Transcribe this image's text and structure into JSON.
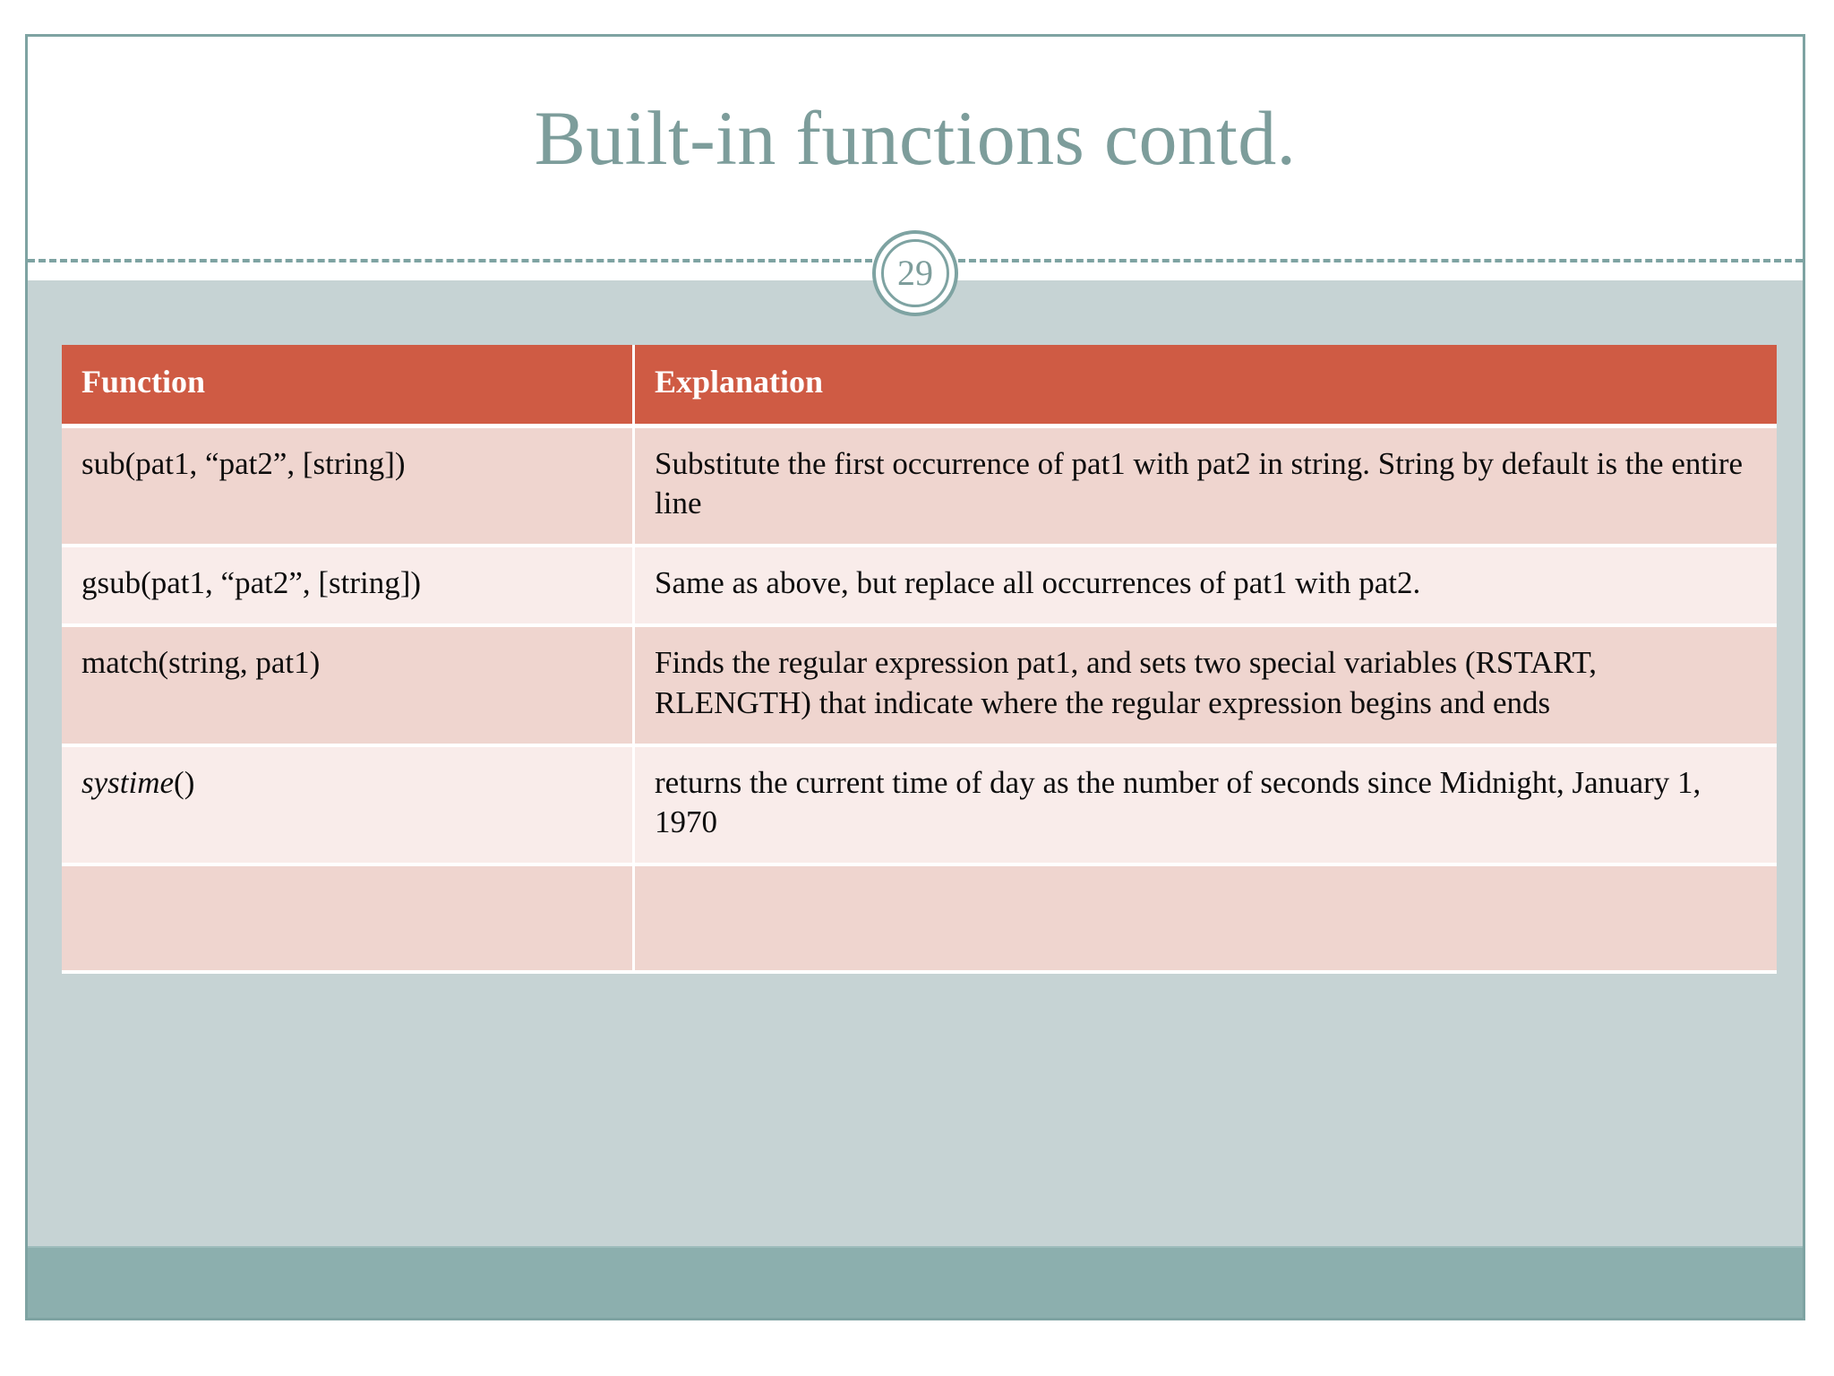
{
  "slide": {
    "title": "Built-in functions contd.",
    "page_number": "29",
    "accent_title_color": "#7d9d9b",
    "frame_border_color": "#7ea3a2",
    "body_bg_color": "#c6d3d4",
    "footer_bar_color": "#8cafae",
    "table_header_color": "#cf5b44",
    "row_odd_color": "#efd5cf",
    "row_even_color": "#f9ecea"
  },
  "table": {
    "headers": [
      "Function",
      "Explanation"
    ],
    "rows": [
      {
        "function": "sub(pat1, “pat2”, [string])",
        "function_italic": "",
        "explanation": "Substitute the first occurrence of pat1 with pat2 in string. String by default is the entire line"
      },
      {
        "function": "gsub(pat1, “pat2”, [string])",
        "function_italic": "",
        "explanation": "Same as above, but replace all occurrences of pat1 with pat2."
      },
      {
        "function": "match(string, pat1)",
        "function_italic": "",
        "explanation": "Finds the regular expression pat1, and sets two special variables (RSTART, RLENGTH) that indicate where the regular expression begins and ends"
      },
      {
        "function": "()",
        "function_italic": "systime",
        "explanation": "returns the current time of day as the number of seconds since Midnight, January 1, 1970"
      },
      {
        "function": "",
        "function_italic": "",
        "explanation": ""
      }
    ]
  }
}
